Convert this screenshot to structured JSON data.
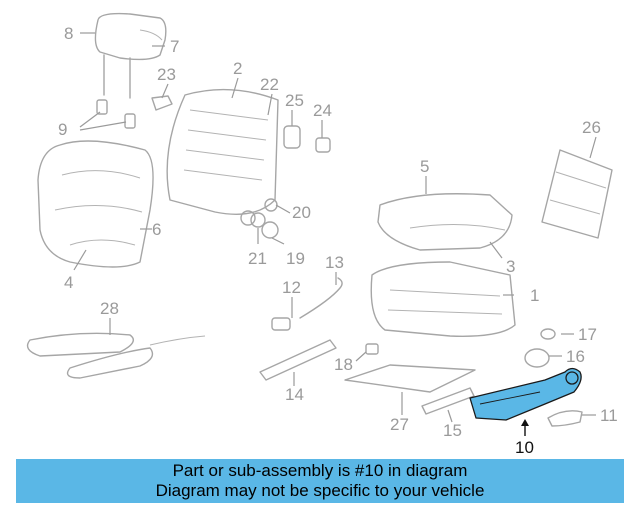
{
  "callouts": {
    "c1": "1",
    "c2": "2",
    "c3": "3",
    "c4": "4",
    "c5": "5",
    "c6": "6",
    "c7": "7",
    "c8": "8",
    "c9": "9",
    "c10": "10",
    "c11": "11",
    "c12": "12",
    "c13": "13",
    "c14": "14",
    "c15": "15",
    "c16": "16",
    "c17": "17",
    "c18": "18",
    "c19": "19",
    "c20": "20",
    "c21": "21",
    "c22": "22",
    "c23": "23",
    "c24": "24",
    "c25": "25",
    "c26": "26",
    "c27": "27",
    "c28": "28"
  },
  "highlight": {
    "part_number": "10",
    "color": "#5ab7e6"
  },
  "banner": {
    "line1": "Part or sub-assembly is #10 in diagram",
    "line2": "Diagram may not be specific to your vehicle",
    "background": "#5ab7e6"
  }
}
